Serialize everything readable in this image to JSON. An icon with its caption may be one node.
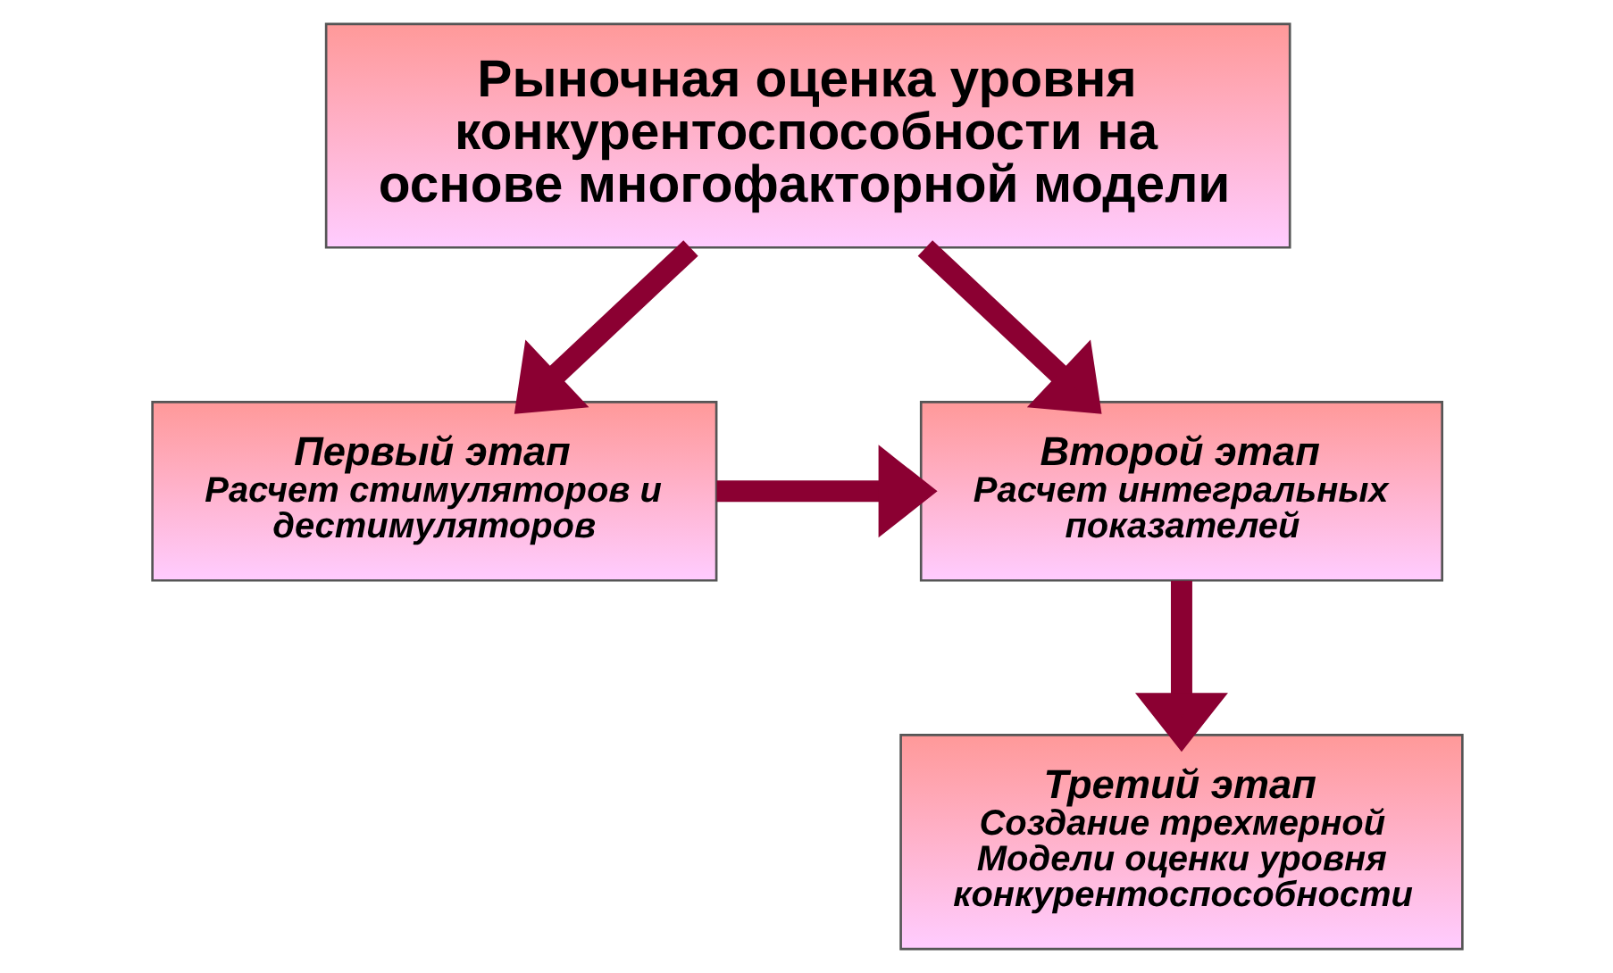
{
  "diagram": {
    "nodes": [
      {
        "text": [
          "Рыночная оценка уровня конкурентоспособности на основе многофакторной модели"
        ]
      },
      {
        "text": [
          "Первый этап",
          "Расчет стимуляторов и дестимуляторов"
        ]
      },
      {
        "text": [
          "Второй этап",
          "Расчет интегральных показателей"
        ]
      },
      {
        "text": [
          "Третий этап",
          "Создание трехмерной Модели оценки уровня конкурентоспособности"
        ]
      }
    ],
    "edges": [
      {
        "from": 0,
        "to": 1,
        "arrow": "to"
      },
      {
        "from": 0,
        "to": 2,
        "arrow": "to"
      },
      {
        "from": 1,
        "to": 2,
        "arrow": "to"
      },
      {
        "from": 2,
        "to": 3,
        "arrow": "to"
      }
    ]
  }
}
